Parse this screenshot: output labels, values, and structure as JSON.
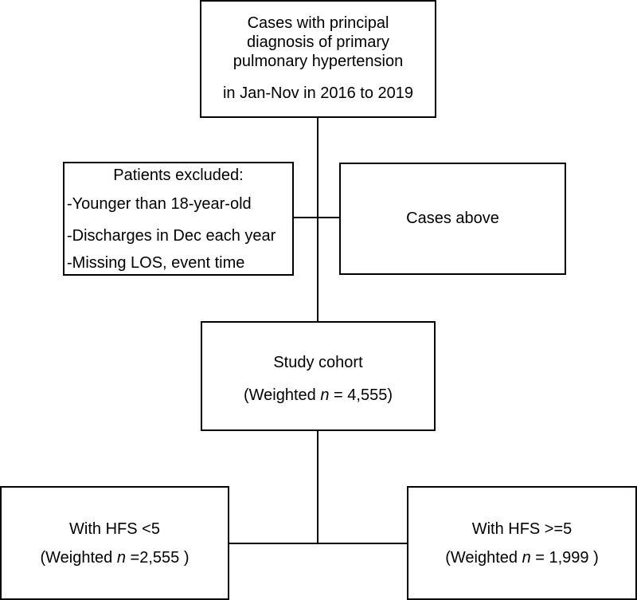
{
  "boxes": {
    "top": {
      "lines": [
        "Cases with principal",
        "diagnosis of primary",
        "pulmonary hypertension",
        "in Jan-Nov in 2016  to 2019"
      ]
    },
    "excluded": {
      "title": "Patients excluded:",
      "items": [
        "-Younger than 18-year-old",
        "-Discharges in Dec each year",
        "-Missing LOS, event time"
      ]
    },
    "cases_above": {
      "label": "Cases above"
    },
    "cohort": {
      "title": "Study cohort",
      "count_prefix": "(Weighted ",
      "count_n": "n",
      "count_suffix": " = 4,555)"
    },
    "hfs_low": {
      "title": "With HFS <5",
      "count_prefix": "(Weighted ",
      "count_n": "n",
      "count_suffix": " =2,555 )"
    },
    "hfs_high": {
      "title": "With HFS >=5",
      "count_prefix": "(Weighted ",
      "count_n": "n",
      "count_suffix": " = 1,999 )"
    }
  }
}
